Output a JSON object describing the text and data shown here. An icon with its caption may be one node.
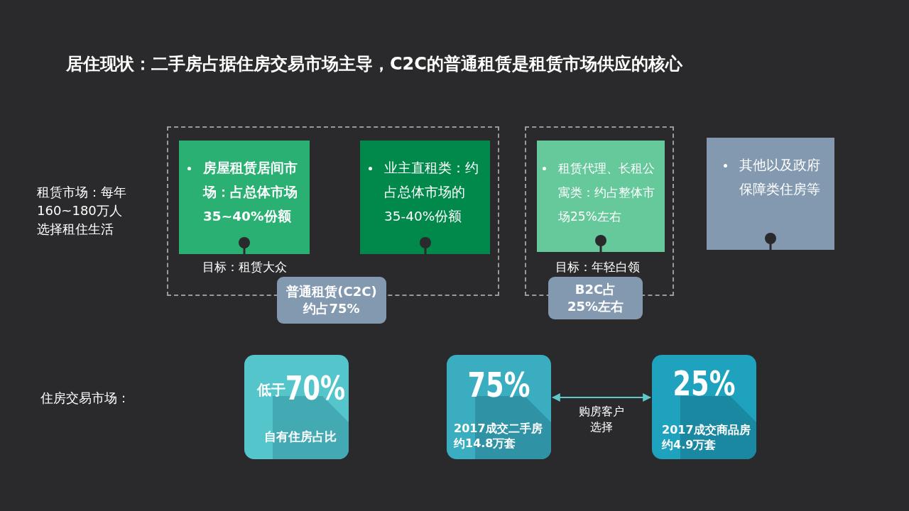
{
  "diagram": {
    "title": "居住现状：二手房占据住房交易市场主导，C2C的普通租赁是租赁市场供应的核心",
    "nodes": [
      {
        "text": [],
        "shape": "box"
      },
      {
        "text": [
          "房屋租赁居间市场：占总体市场35~40%份额"
        ],
        "in": 0,
        "beside": [
          "目标：租赁大众"
        ]
      },
      {
        "text": [
          "业主直租类：约占总体市场的35-40%份额"
        ],
        "in": 0
      },
      {
        "text": [
          "普通租赁(C2C) 约占75%"
        ]
      },
      {
        "text": [],
        "shape": "box"
      },
      {
        "text": [
          "租赁代理、长租公寓类：约占整体市场25%左右"
        ],
        "in": 4,
        "beside": [
          "目标：年轻白领"
        ]
      },
      {
        "text": [
          "B2C占 25%左右"
        ]
      },
      {
        "text": [
          "其他以及政府保障类住房等"
        ]
      },
      {
        "text": [
          "低于",
          "70%",
          "自有住房占比"
        ]
      },
      {
        "text": [
          "75%",
          "2017成交二手房约14.8万套"
        ]
      },
      {
        "text": [
          "25%",
          "2017成交商品房约4.9万套"
        ]
      }
    ],
    "edges": [
      {
        "from": 9,
        "to": 10,
        "arrow": "both",
        "label": "购房客户选择"
      }
    ],
    "labels": [
      "租赁市场：每年160~180万人选择租住生活",
      "住房交易市场："
    ]
  }
}
